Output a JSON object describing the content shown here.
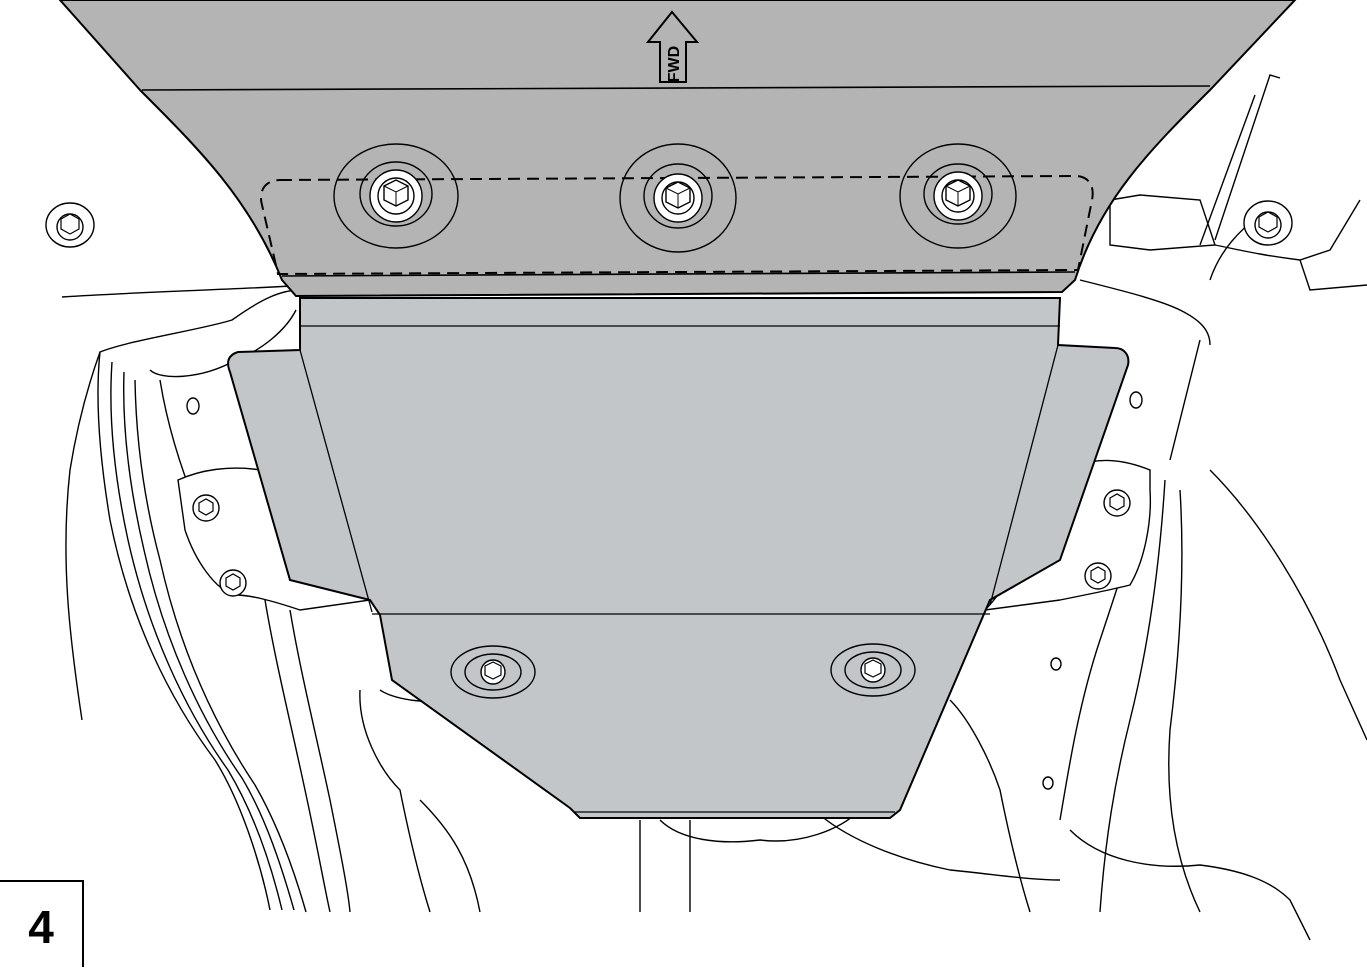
{
  "figure": {
    "step_number": "4",
    "direction_label": "FWD"
  },
  "colors": {
    "front_plate": "#b4b4b4",
    "rear_plate": "#c3c6c8",
    "line": "#000000",
    "background": "#ffffff"
  },
  "bolt_count_front": 3,
  "bolt_count_rear": 2
}
